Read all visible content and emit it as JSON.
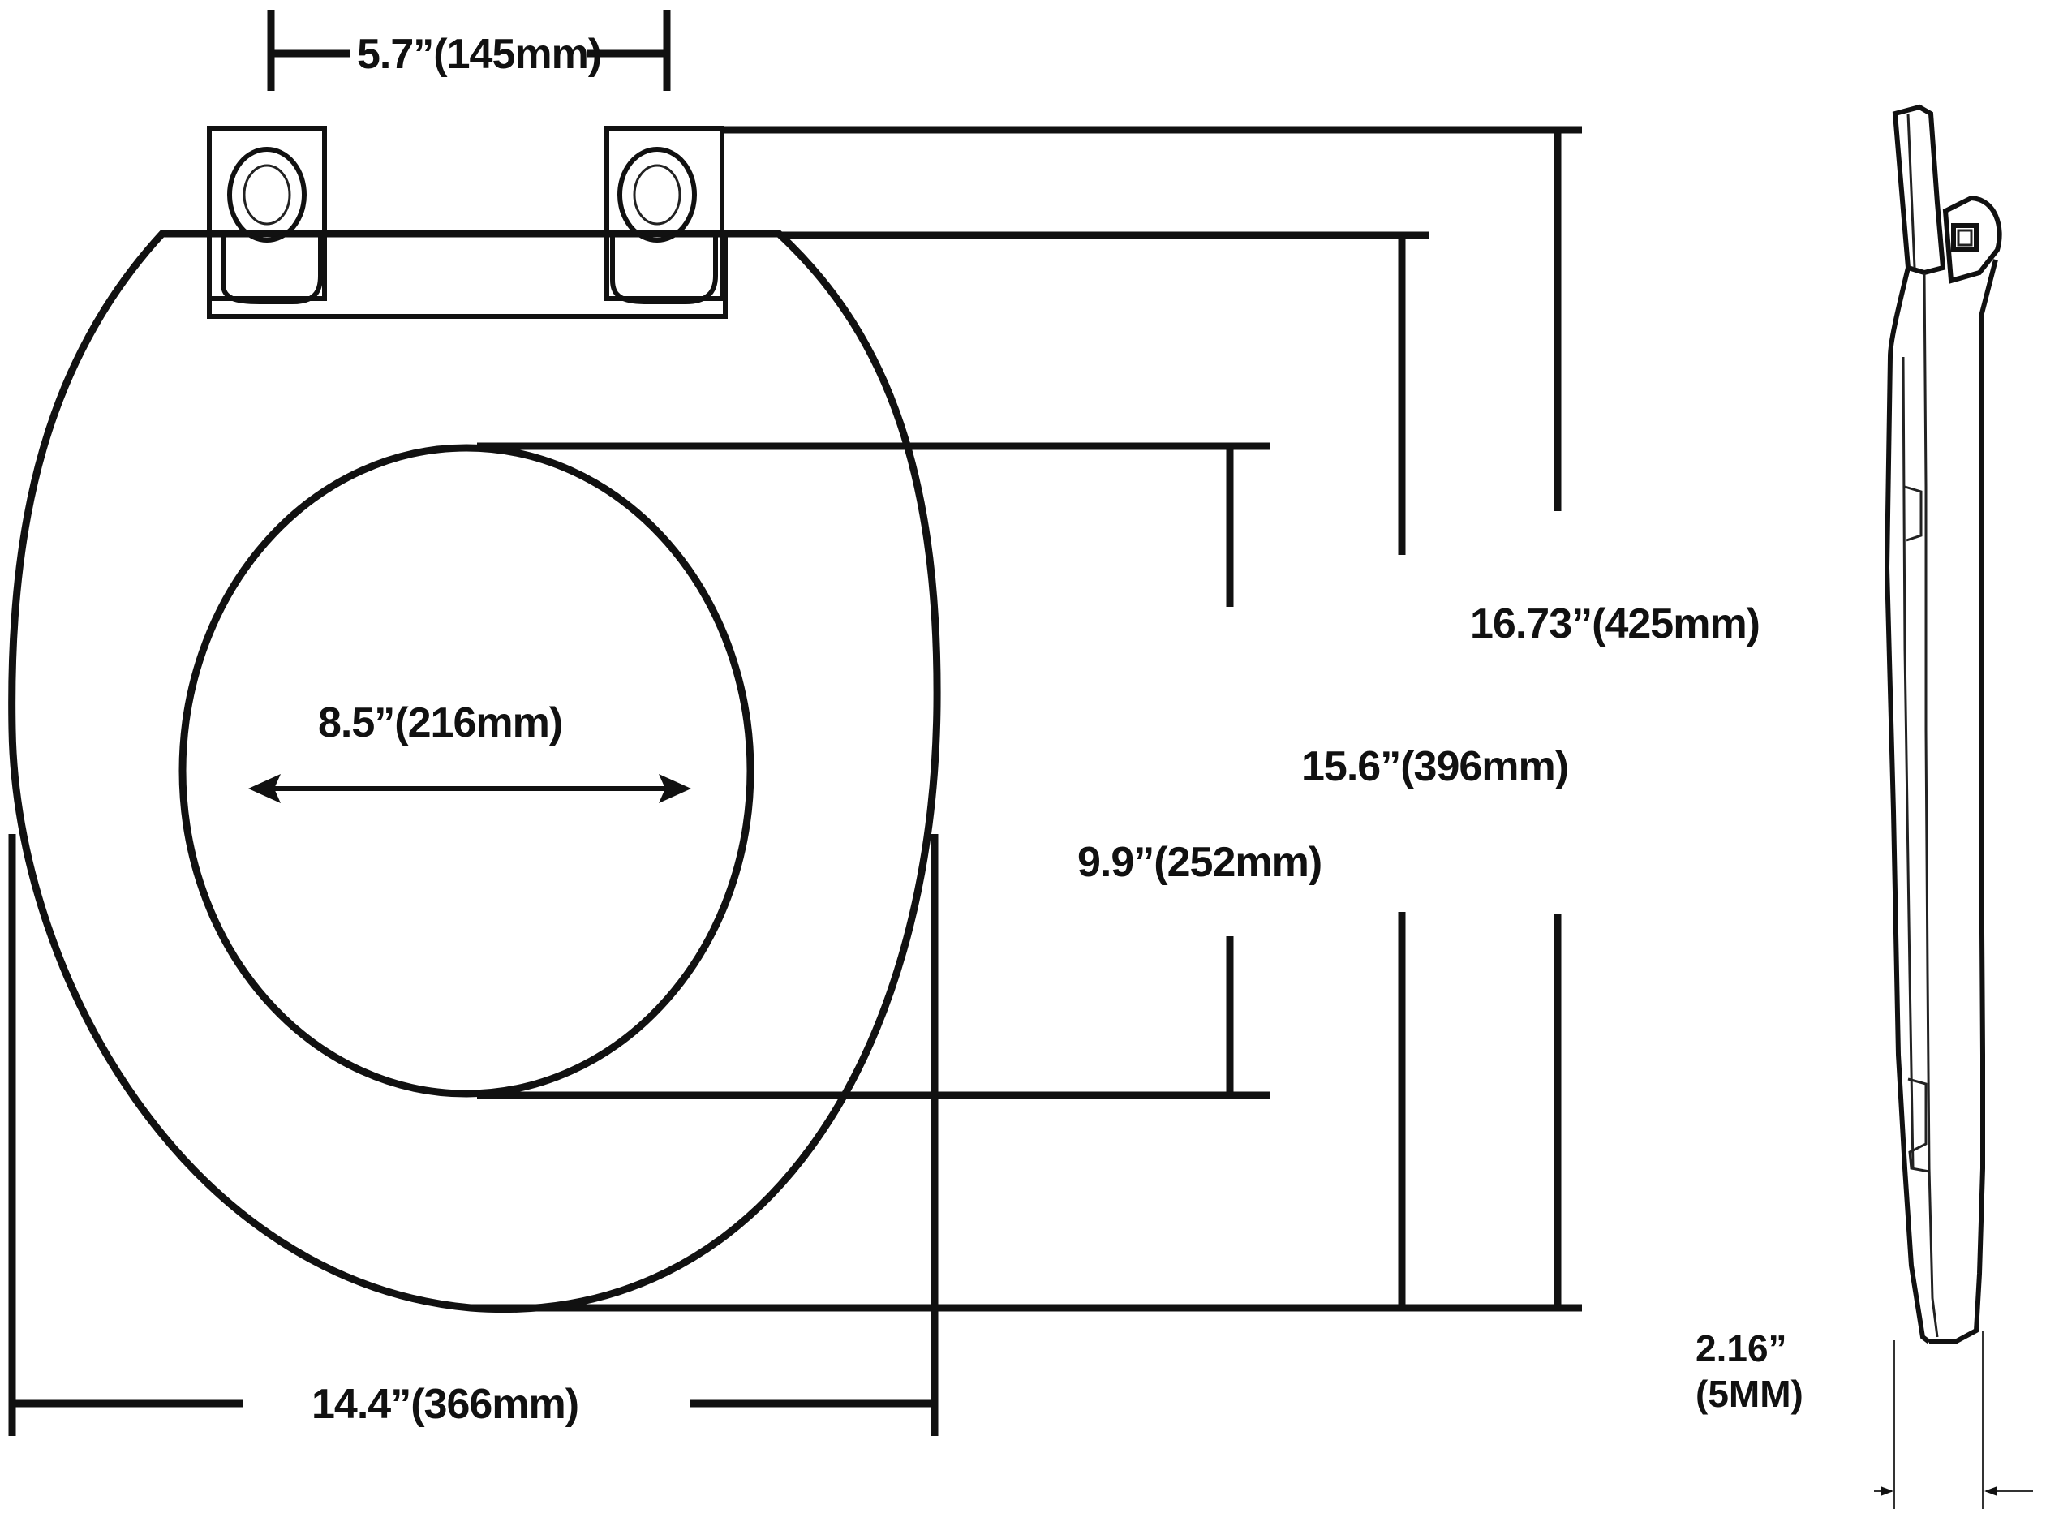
{
  "dimensions": {
    "hinge_spacing": "5.7”(145mm)",
    "opening_width": "8.5”(216mm)",
    "opening_length": "9.9”(252mm)",
    "seat_length": "15.6”(396mm)",
    "overall_length": "16.73”(425mm)",
    "seat_width": "14.4”(366mm)",
    "thickness_line1": "2.16”",
    "thickness_line2": "(5MM)"
  },
  "colors": {
    "ink": "#111111",
    "background": "#ffffff"
  }
}
